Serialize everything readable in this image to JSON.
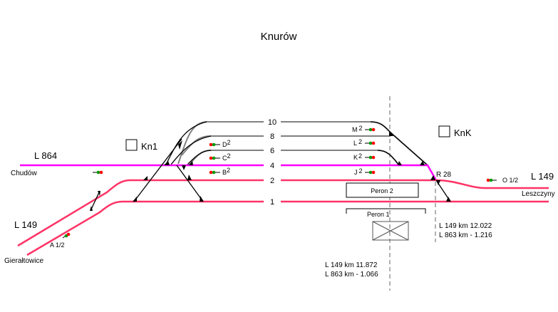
{
  "title": "Knurów",
  "colors": {
    "main_track": "#ff3366",
    "line_864": "#ff00ff",
    "siding": "#808080",
    "switch": "#000000",
    "signal_red": "#ff0000",
    "signal_green": "#009900",
    "km_line": "#999999"
  },
  "lines": {
    "l864_left": "L 864",
    "l149_left": "L 149",
    "l149_right": "L 149"
  },
  "destinations": {
    "chudow": "Chudów",
    "gieraltowice": "Gierałtowice",
    "leszczyny": "Leszczyny"
  },
  "posts": {
    "kn1": "Kn1",
    "knk": "KnK"
  },
  "tracks": [
    {
      "number": "10"
    },
    {
      "number": "8"
    },
    {
      "number": "6"
    },
    {
      "number": "4"
    },
    {
      "number": "2"
    },
    {
      "number": "1"
    }
  ],
  "signals": {
    "A": {
      "name": "A",
      "suffix": "1/2"
    },
    "B": {
      "name": "B",
      "suffix": "2"
    },
    "C": {
      "name": "C",
      "suffix": "2"
    },
    "D": {
      "name": "D",
      "suffix": "2"
    },
    "J": {
      "name": "J",
      "suffix": "2"
    },
    "K": {
      "name": "K",
      "suffix": "2"
    },
    "L": {
      "name": "L",
      "suffix": "2"
    },
    "M": {
      "name": "M",
      "suffix": "2"
    },
    "O": {
      "name": "O",
      "suffix": "1/2"
    }
  },
  "switch_label": "R 28",
  "platforms": {
    "p1": "Peron 1",
    "p2": "Peron 2"
  },
  "km_markers": {
    "station_axis": {
      "line1": "L 149 km  11.872",
      "line2": "L 863 km  - 1.066"
    },
    "r28_axis": {
      "line1": "L 149 km  12.022",
      "line2": "L 863 km  - 1.216"
    }
  }
}
